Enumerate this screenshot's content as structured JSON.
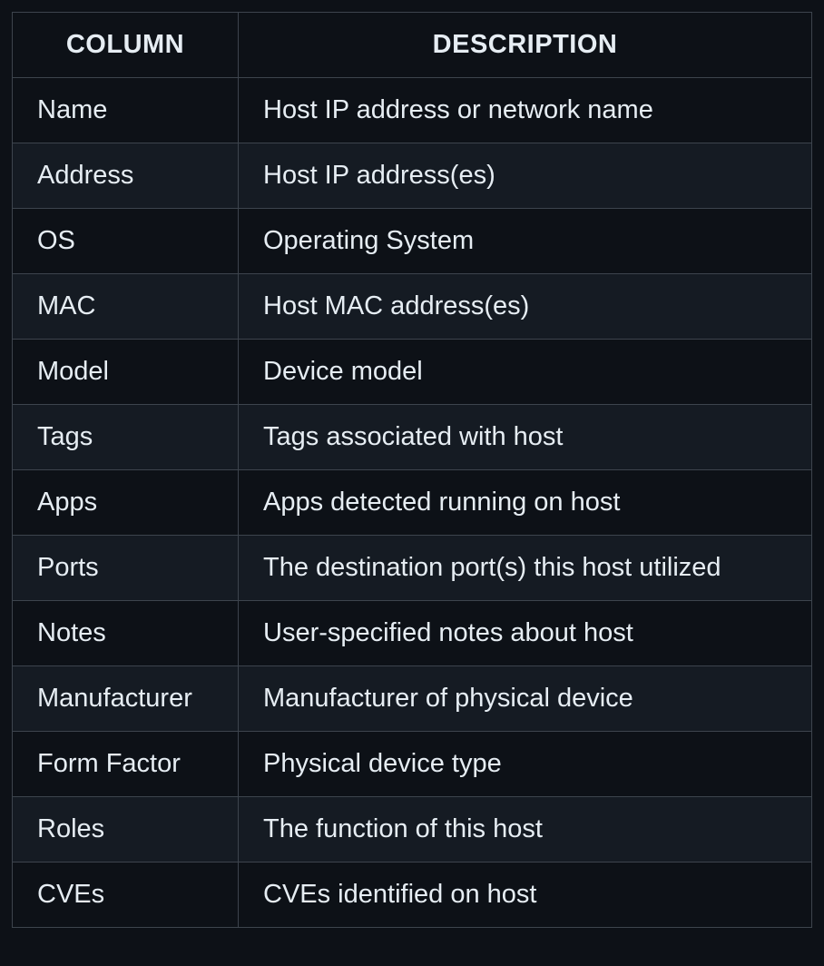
{
  "table": {
    "headers": [
      "COLUMN",
      "DESCRIPTION"
    ],
    "rows": [
      [
        "Name",
        "Host IP address or network name"
      ],
      [
        "Address",
        "Host IP address(es)"
      ],
      [
        "OS",
        "Operating System"
      ],
      [
        "MAC",
        "Host MAC address(es)"
      ],
      [
        "Model",
        "Device model"
      ],
      [
        "Tags",
        "Tags associated with host"
      ],
      [
        "Apps",
        "Apps detected running on host"
      ],
      [
        "Ports",
        "The destination port(s) this host utilized"
      ],
      [
        "Notes",
        "User-specified notes about host"
      ],
      [
        "Manufacturer",
        "Manufacturer of physical device"
      ],
      [
        "Form Factor",
        "Physical device type"
      ],
      [
        "Roles",
        "The function of this host"
      ],
      [
        "CVEs",
        "CVEs identified on host"
      ]
    ]
  }
}
